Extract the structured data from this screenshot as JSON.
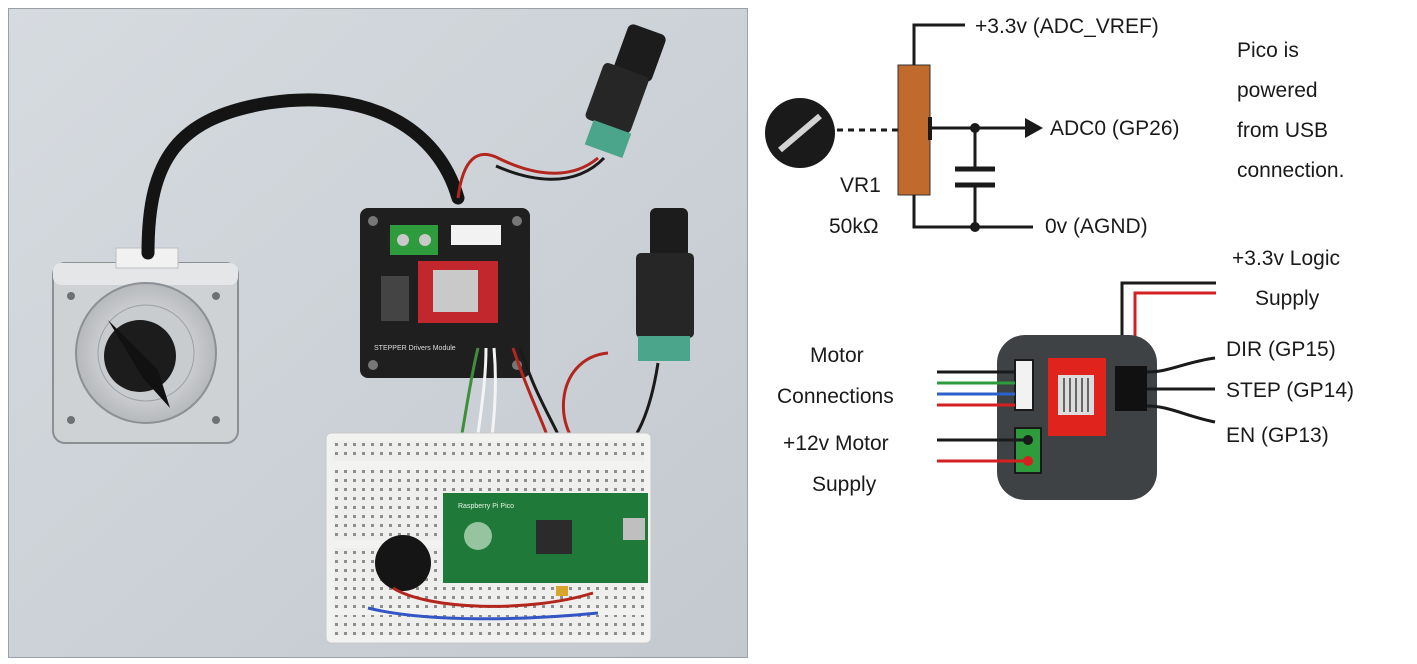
{
  "schematic": {
    "vref_label": "+3.3v (ADC_VREF)",
    "adc_label": "ADC0 (GP26)",
    "gnd_label": "0v (AGND)",
    "pot_name": "VR1",
    "pot_value": "50kΩ",
    "power_note": [
      "Pico is",
      "powered",
      "from USB",
      "connection."
    ]
  },
  "driver": {
    "logic_supply": [
      "+3.3v Logic",
      "Supply"
    ],
    "dir_label": "DIR (GP15)",
    "step_label": "STEP (GP14)",
    "en_label": "EN (GP13)",
    "motor_connections": [
      "Motor",
      "Connections"
    ],
    "motor_supply": [
      "+12v Motor",
      "Supply"
    ]
  },
  "photo_board_text": [
    "STEPPER Drivers Module",
    "Raspberry Pi Pico"
  ]
}
